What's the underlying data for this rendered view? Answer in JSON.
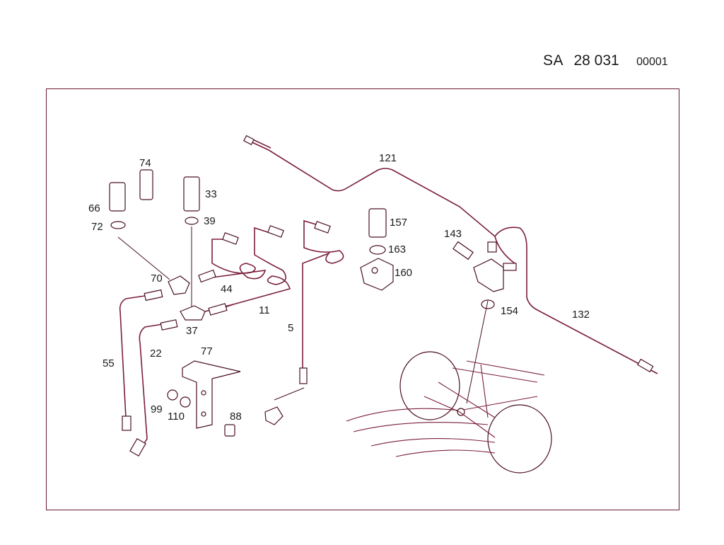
{
  "header": {
    "code": "SA",
    "number": "28 031",
    "page": "00001"
  },
  "callouts": {
    "c121": "121",
    "c132": "132",
    "c74": "74",
    "c33": "33",
    "c66": "66",
    "c39": "39",
    "c72": "72",
    "c157": "157",
    "c163": "163",
    "c160": "160",
    "c143": "143",
    "c154": "154",
    "c70": "70",
    "c44": "44",
    "c11": "11",
    "c37": "37",
    "c5": "5",
    "c55": "55",
    "c22": "22",
    "c77": "77",
    "c99": "99",
    "c110": "110",
    "c88": "88"
  }
}
